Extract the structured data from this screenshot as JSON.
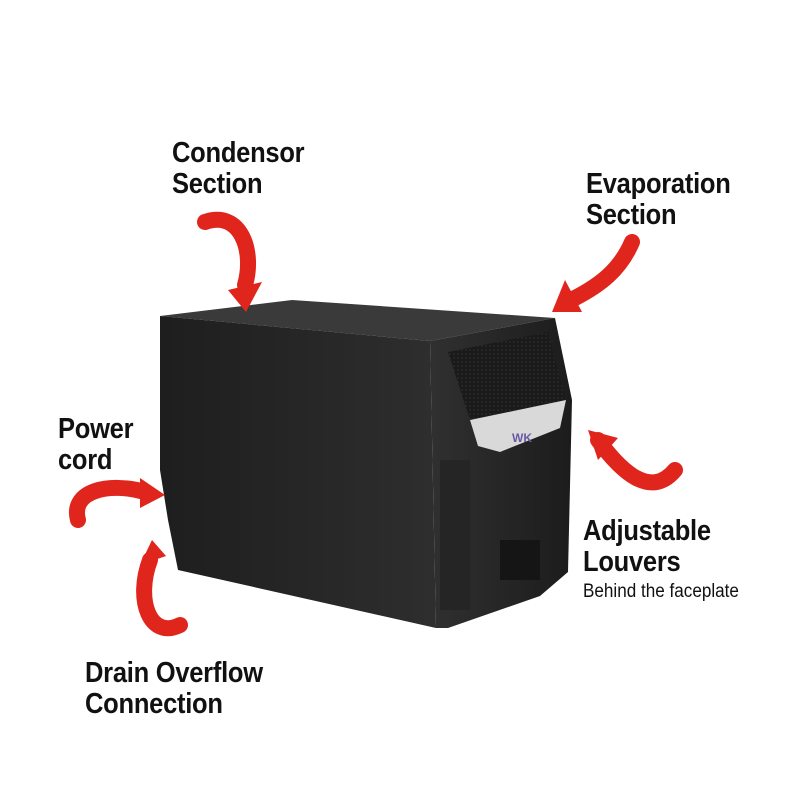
{
  "labels": {
    "condensor": [
      "Condensor",
      "Section"
    ],
    "evaporation": [
      "Evaporation",
      "Section"
    ],
    "power": [
      "Power",
      "cord"
    ],
    "louvers": [
      "Adjustable",
      "Louvers"
    ],
    "louvers_note": "Behind the faceplate",
    "drain": [
      "Drain Overflow",
      "Connection"
    ]
  },
  "colors": {
    "arrow": "#e0261c",
    "unit": "#2a2a2a",
    "faceplate": "#d9d9d9"
  }
}
